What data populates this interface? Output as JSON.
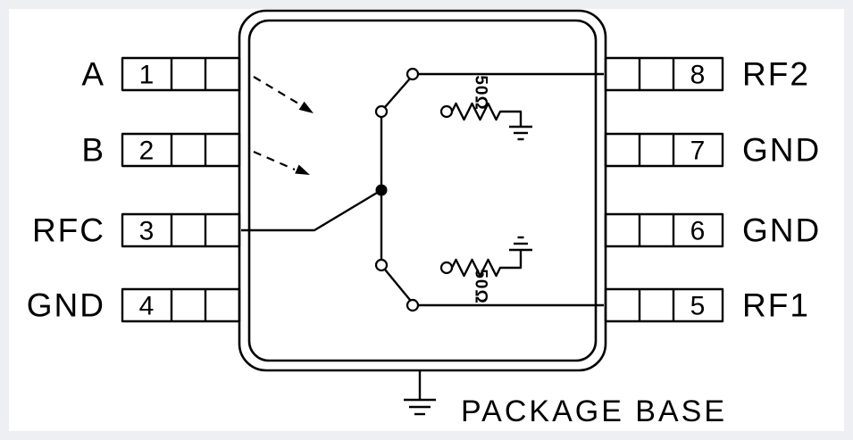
{
  "page": {
    "background": "#edeff2",
    "canvas": "#ffffff",
    "line_color": "#000000"
  },
  "diagram": {
    "kind": "ic-functional-schematic",
    "description": "8-pin SPDT RF switch functional diagram with internal 50-ohm terminations",
    "pins_left": [
      {
        "number": "1",
        "label": "A"
      },
      {
        "number": "2",
        "label": "B"
      },
      {
        "number": "3",
        "label": "RFC"
      },
      {
        "number": "4",
        "label": "GND"
      }
    ],
    "pins_right": [
      {
        "number": "8",
        "label": "RF2"
      },
      {
        "number": "7",
        "label": "GND"
      },
      {
        "number": "6",
        "label": "GND"
      },
      {
        "number": "5",
        "label": "RF1"
      }
    ],
    "resistor_top": {
      "value": "50Ω"
    },
    "resistor_bottom": {
      "value": "50Ω"
    },
    "package_base_label": "PACKAGE BASE"
  }
}
